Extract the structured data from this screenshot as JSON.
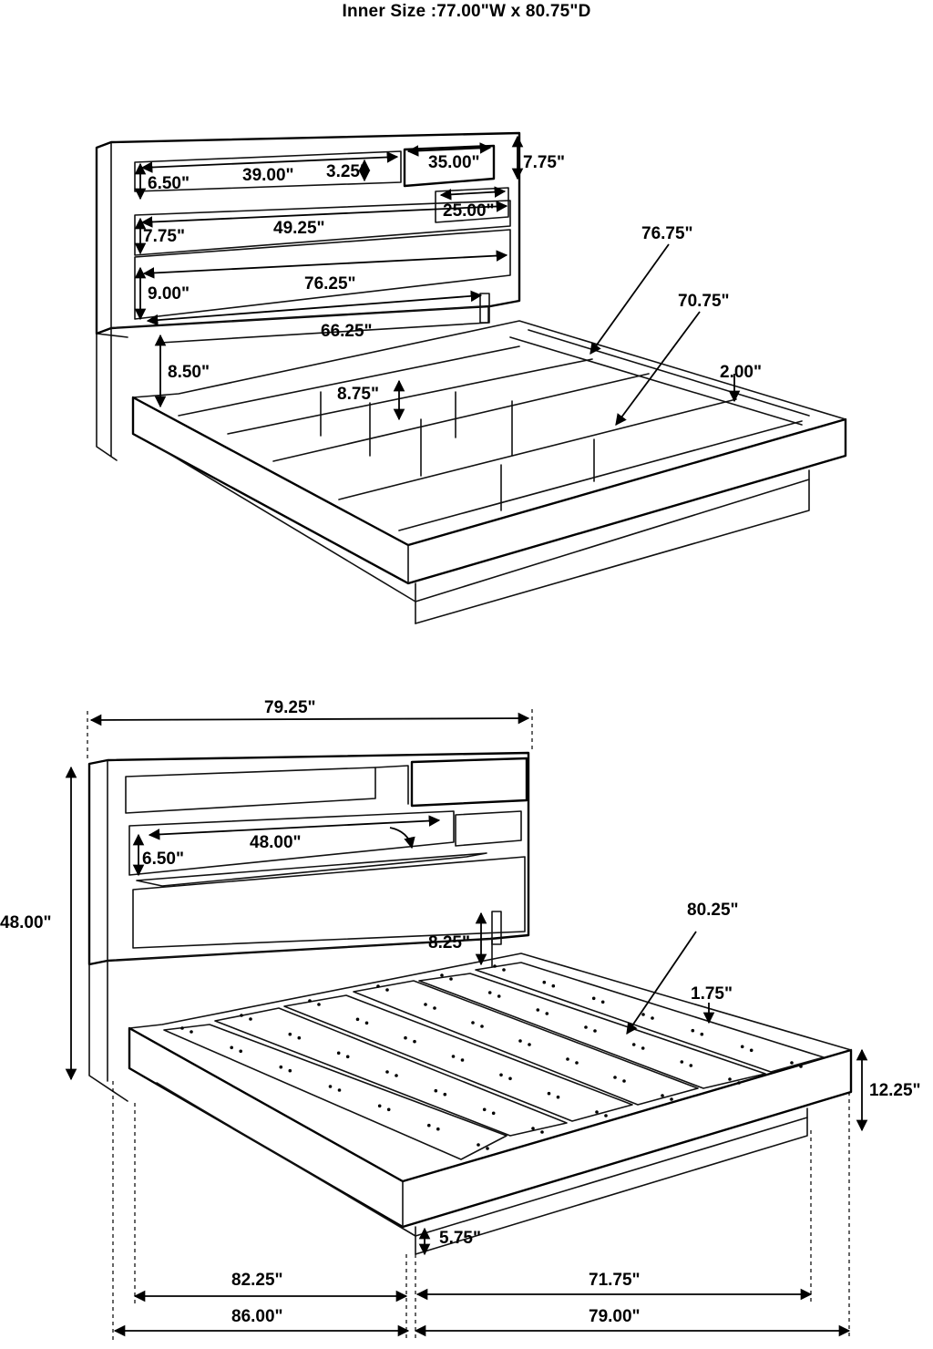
{
  "title": "Inner Size :77.00\"W x 80.75\"D",
  "top_view": {
    "labels": {
      "shelf_height": "6.50\"",
      "shelf_width": "39.00\"",
      "cubby_width": "3.25\"",
      "drawer_width": "35.00\"",
      "drawer_height": "7.75\"",
      "side_shelf_width": "25.00\"",
      "middle_height": "7.75\"",
      "middle_width": "49.25\"",
      "lower_height": "9.00\"",
      "lower_width": "76.25\"",
      "headboard_width": "66.25\"",
      "rail_to_shelf": "8.50\"",
      "slat_gap": "8.75\"",
      "rail_length": "76.75\"",
      "slat_length": "70.75\"",
      "rail_offset": "2.00\""
    }
  },
  "bottom_view": {
    "labels": {
      "overall_width": "79.25\"",
      "overall_height": "48.00\"",
      "shelf_width": "48.00\"",
      "shelf_height": "6.50\"",
      "headboard_gap": "8.25\"",
      "platform_length": "80.25\"",
      "rail_height": "1.75\"",
      "side_height": "12.25\"",
      "clearance": "5.75\"",
      "inner_depth": "82.25\"",
      "inner_width": "71.75\"",
      "overall_depth": "86.00\"",
      "overall_base_width": "79.00\""
    }
  }
}
